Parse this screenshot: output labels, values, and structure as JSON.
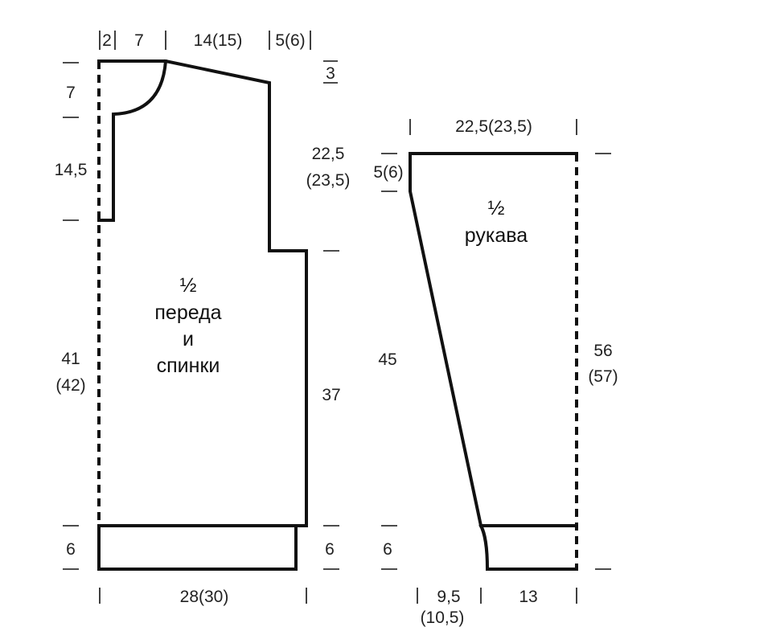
{
  "body_piece": {
    "label": [
      "½",
      "переда",
      "и",
      "спинки"
    ],
    "dims": {
      "top_2": "2",
      "top_7": "7",
      "top_shoulder": "14(15)",
      "top_5": "5(6)",
      "shoulder_slope": "3",
      "neck_depth": "7",
      "neck_lower": "14,5",
      "left_main": "41",
      "left_main_alt": "(42)",
      "left_rib": "6",
      "armhole": "22,5",
      "armhole_alt": "(23,5)",
      "right_main": "37",
      "right_rib": "6",
      "bottom_width": "28(30)"
    }
  },
  "sleeve_piece": {
    "label": [
      "½",
      "рукава"
    ],
    "dims": {
      "top_width": "22,5(23,5)",
      "cap": "5(6)",
      "left_main": "45",
      "left_rib": "6",
      "right_total": "56",
      "right_total_alt": "(57)",
      "bottom_left": "9,5",
      "bottom_left_alt": "(10,5)",
      "bottom_right": "13"
    }
  }
}
